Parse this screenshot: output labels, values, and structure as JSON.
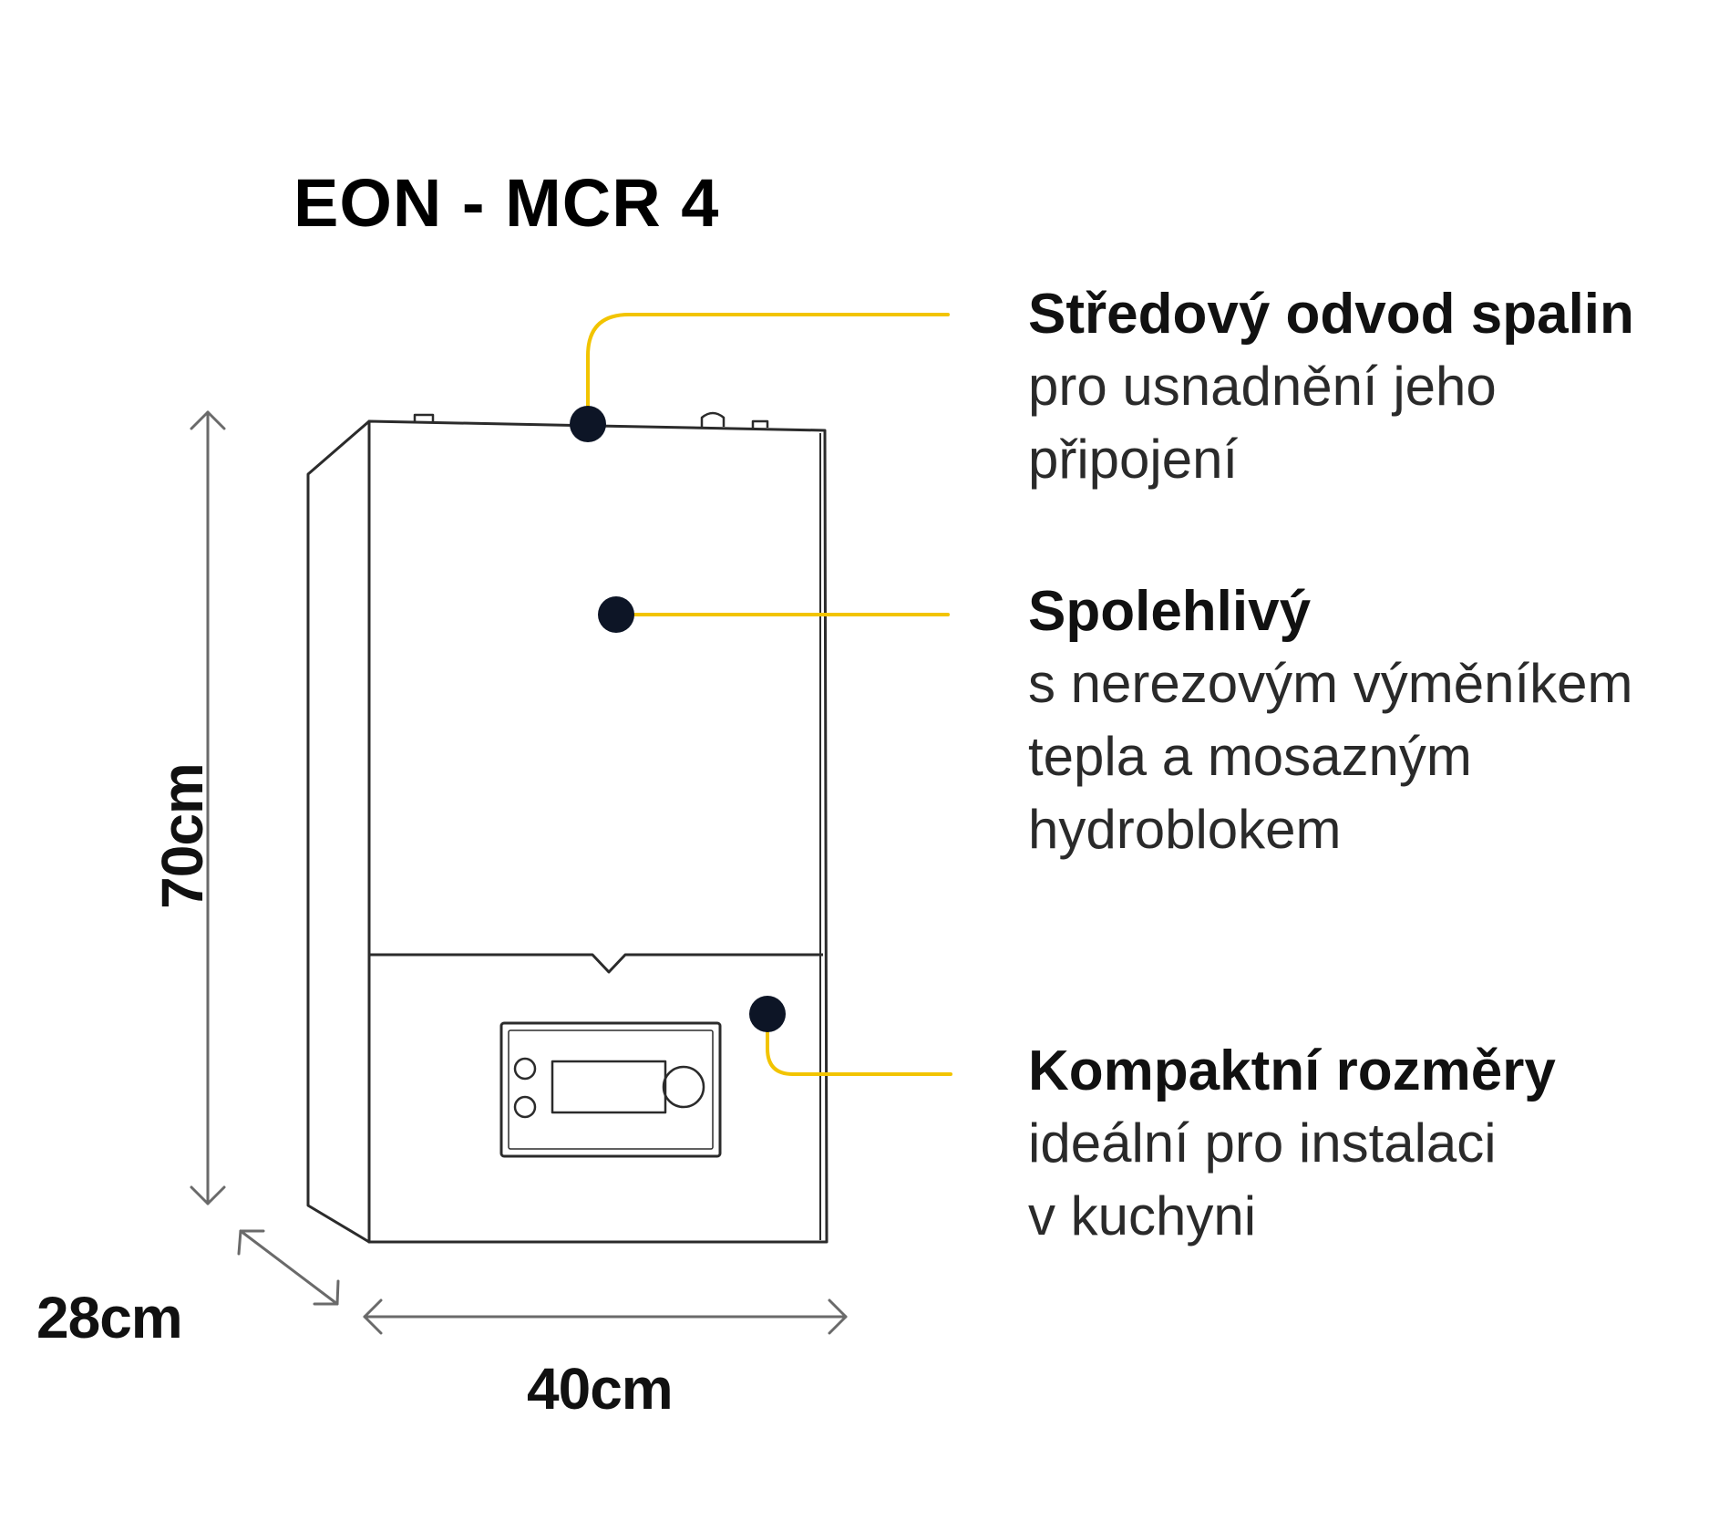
{
  "title": "EON - MCR 4",
  "features": [
    {
      "heading": "Středový odvod spalin",
      "lines": [
        "pro usnadnění jeho",
        "připojení"
      ]
    },
    {
      "heading": "Spolehlivý",
      "lines": [
        "s nerezovým výměníkem",
        "tepla a mosazným",
        "hydroblokem"
      ]
    },
    {
      "heading": "Kompaktní rozměry",
      "lines": [
        "ideální pro instalaci",
        "v kuchyni"
      ]
    }
  ],
  "dimensions": {
    "height": "70cm",
    "depth": "28cm",
    "width": "40cm"
  },
  "colors": {
    "accent_line": "#f2c400",
    "outline": "#2b2b2b",
    "dot": "#0d1526"
  }
}
